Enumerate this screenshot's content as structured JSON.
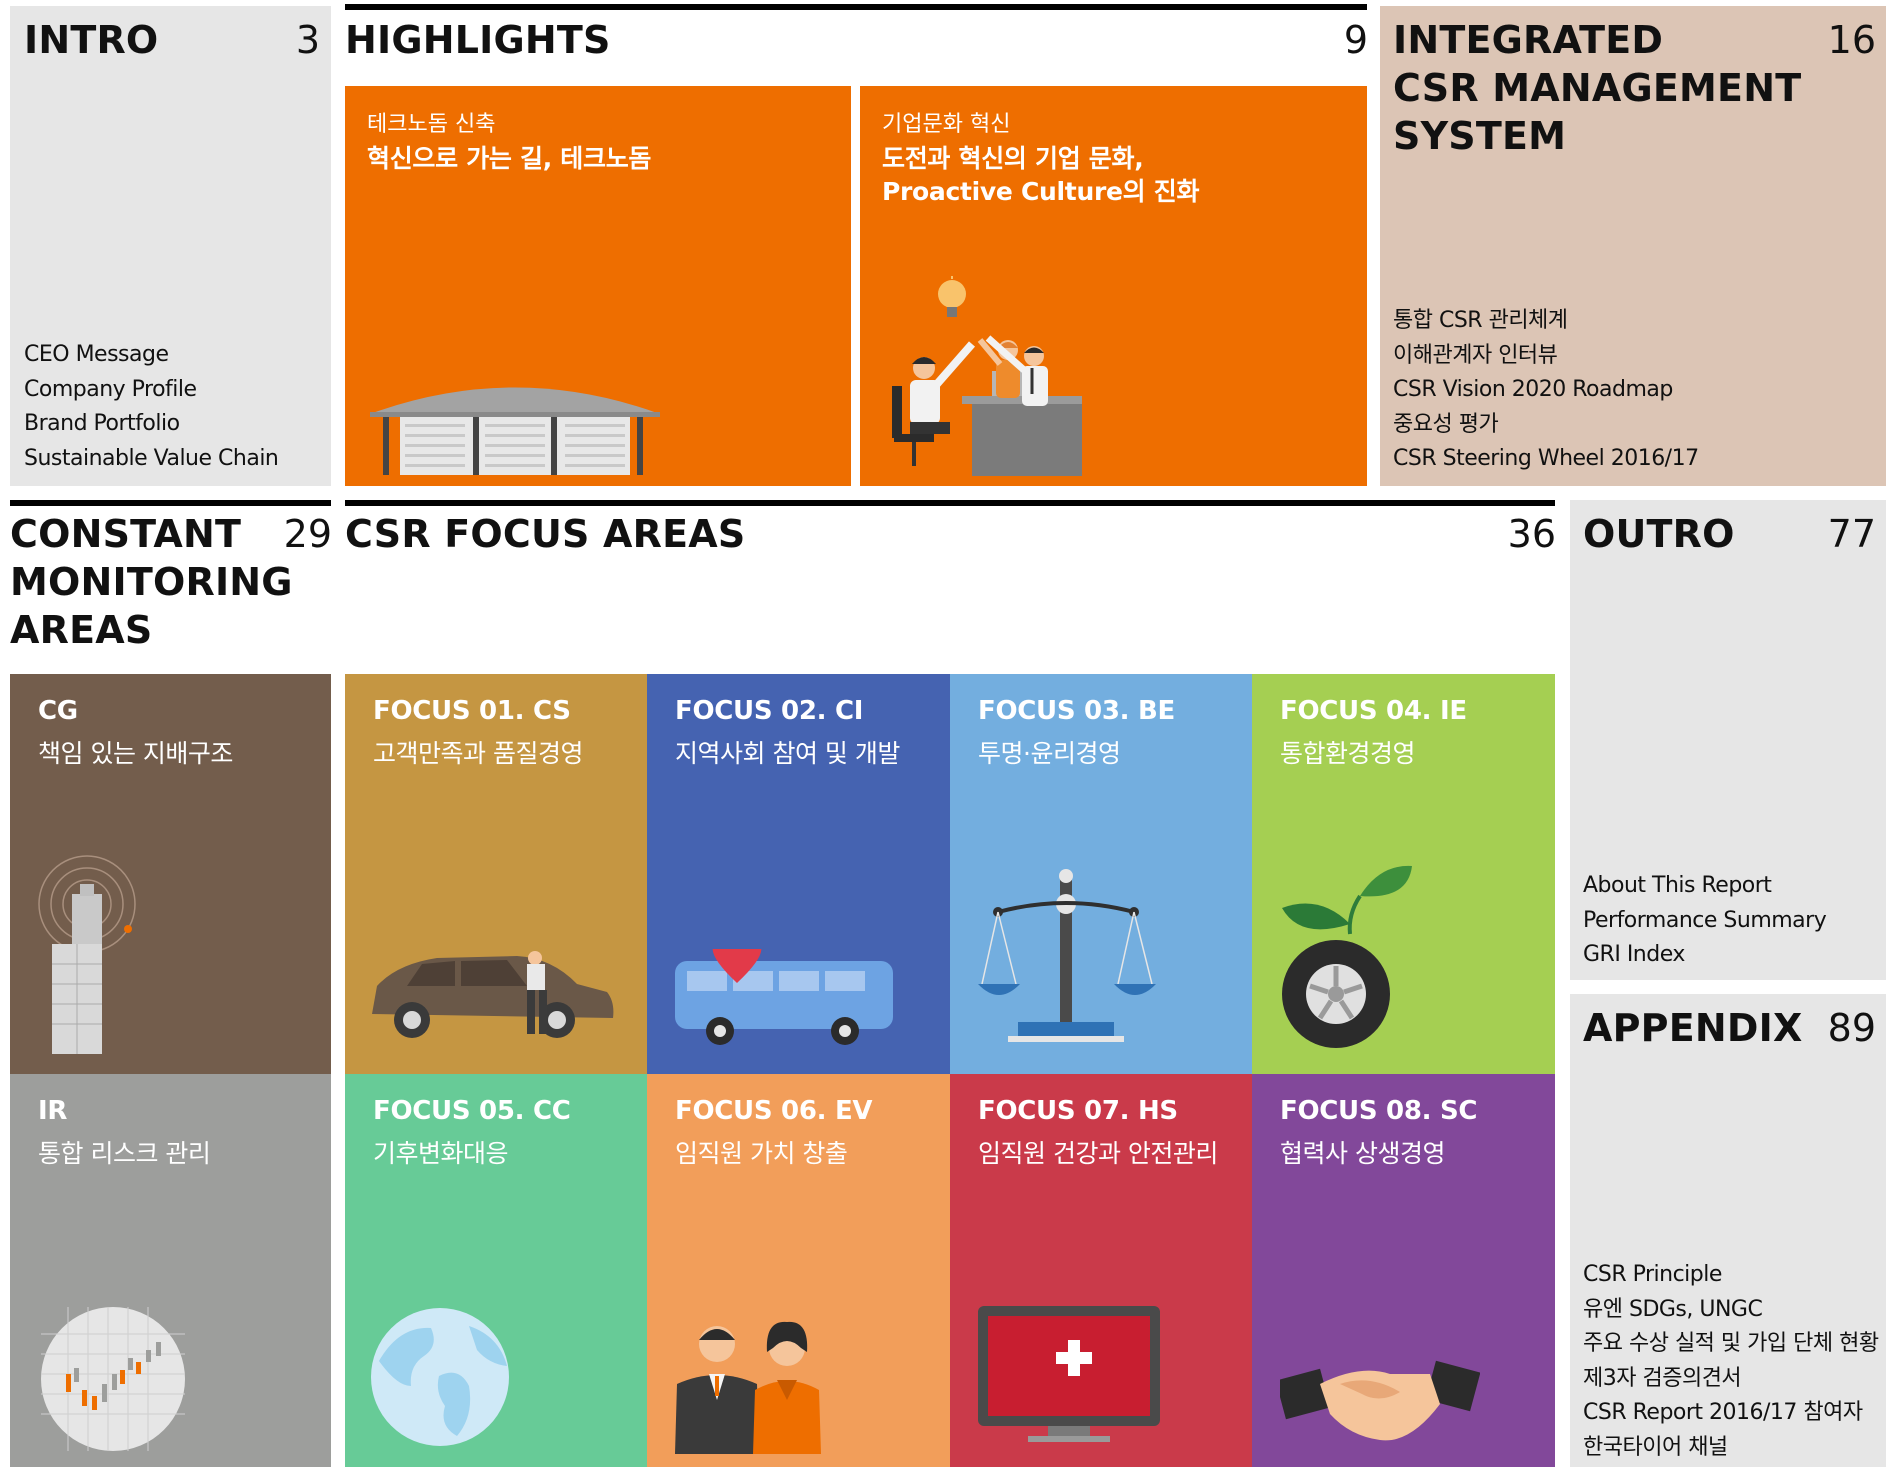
{
  "intro": {
    "title": "INTRO",
    "page": "3",
    "items": [
      "CEO Message",
      "Company Profile",
      "Brand Portfolio",
      "Sustainable Value Chain"
    ]
  },
  "highlights": {
    "title": "HIGHLIGHTS",
    "page": "9",
    "tiles": [
      {
        "sub": "테크노돔 신축",
        "title": "혁신으로 가는 길, 테크노돔"
      },
      {
        "sub": "기업문화 혁신",
        "title": "도전과 혁신의 기업 문화,\nProactive Culture의 진화"
      }
    ]
  },
  "integrated": {
    "title": "INTEGRATED\nCSR MANAGEMENT\nSYSTEM",
    "page": "16",
    "items": [
      "통합 CSR 관리체계",
      "이해관계자 인터뷰",
      "CSR Vision 2020 Roadmap",
      "중요성 평가",
      "CSR Steering Wheel 2016/17"
    ]
  },
  "constant": {
    "title": "CONSTANT\nMONITORING\nAREAS",
    "page": "29",
    "tiles": [
      {
        "code": "CG",
        "name": "책임 있는 지배구조"
      },
      {
        "code": "IR",
        "name": "통합 리스크 관리"
      }
    ]
  },
  "focus": {
    "title": "CSR FOCUS AREAS",
    "page": "36",
    "tiles": [
      {
        "code": "FOCUS 01. CS",
        "name": "고객만족과 품질경영"
      },
      {
        "code": "FOCUS 02. CI",
        "name": "지역사회 참여 및 개발"
      },
      {
        "code": "FOCUS 03. BE",
        "name": "투명·윤리경영"
      },
      {
        "code": "FOCUS 04. IE",
        "name": "통합환경경영"
      },
      {
        "code": "FOCUS 05. CC",
        "name": "기후변화대응"
      },
      {
        "code": "FOCUS 06. EV",
        "name": "임직원 가치 창출"
      },
      {
        "code": "FOCUS 07. HS",
        "name": "임직원 건강과 안전관리"
      },
      {
        "code": "FOCUS 08. SC",
        "name": "협력사 상생경영"
      }
    ]
  },
  "outro": {
    "title": "OUTRO",
    "page": "77",
    "items": [
      "About This Report",
      "Performance Summary",
      "GRI Index"
    ]
  },
  "appendix": {
    "title": "APPENDIX",
    "page": "89",
    "items": [
      "CSR Principle",
      "유엔 SDGs, UNGC",
      "주요 수상 실적 및 가입 단체 현황",
      "제3자 검증의견서",
      "CSR Report 2016/17 참여자",
      "한국타이어 채널"
    ]
  },
  "colors": {
    "orange": "#ee6e00",
    "tan": "#dcc5b5",
    "gray_panel": "#e6e6e6",
    "cg": "#735d4c",
    "ir": "#9d9e9c",
    "cs": "#c59642",
    "ci": "#4563b1",
    "be": "#73aedf",
    "ie": "#a5cf52",
    "cc": "#67cb97",
    "ev": "#f29e5a",
    "hs": "#ca3a4a",
    "sc": "#82489a"
  }
}
